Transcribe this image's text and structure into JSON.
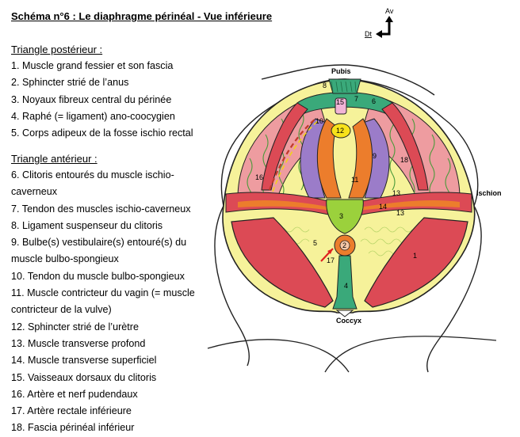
{
  "title": "Schéma n°6 : Le diaphragme périnéal - Vue inférieure",
  "posterior": {
    "heading": "Triangle postérieur :",
    "items": [
      "1. Muscle grand fessier et son fascia",
      "2. Sphincter strié de l’anus",
      "3. Noyaux fibreux central du périnée",
      "4. Raphé (= ligament) ano-coocygien",
      "5. Corps adipeux de la fosse ischio rectal"
    ]
  },
  "anterior": {
    "heading": "Triangle antérieur :",
    "items": [
      "6. Clitoris entourés du muscle ischio-caverneux",
      "7. Tendon des muscles ischio-caverneux",
      "8. Ligament suspenseur du clitoris",
      "9. Bulbe(s) vestibulaire(s) entouré(s) du muscle bulbo-spongieux",
      "10. Tendon du muscle bulbo-spongieux",
      "11. Muscle contricteur du vagin (= muscle contricteur de la vulve)",
      "12. Sphincter strié de l’urètre",
      "13. Muscle transverse profond",
      "14. Muscle transverse superficiel",
      "15. Vaisseaux dorsaux du clitoris",
      "16. Artère et nerf pudendaux",
      "17. Artère rectale inférieure",
      "18. Fascia périnéal inférieur"
    ]
  },
  "diagram": {
    "orientation": {
      "av": "Av",
      "dt": "Dt"
    },
    "landmarks": {
      "pubis": "Pubis",
      "ischion": "Ischion",
      "coccyx": "Coccyx"
    },
    "numbers": [
      "1",
      "2",
      "3",
      "4",
      "5",
      "6",
      "7",
      "8",
      "9",
      "10",
      "11",
      "12",
      "13",
      "14",
      "15",
      "16",
      "17",
      "18"
    ]
  },
  "colors": {
    "muscle_red": "#dc4a55",
    "muscle_pink": "#ee9ca0",
    "fat_yellow": "#f6f29a",
    "tendon_green": "#3aa97a",
    "center_green": "#9bd13c",
    "orange": "#ec7d2c",
    "purple": "#9b7cc9",
    "urethra_yellow": "#f7e21a"
  }
}
